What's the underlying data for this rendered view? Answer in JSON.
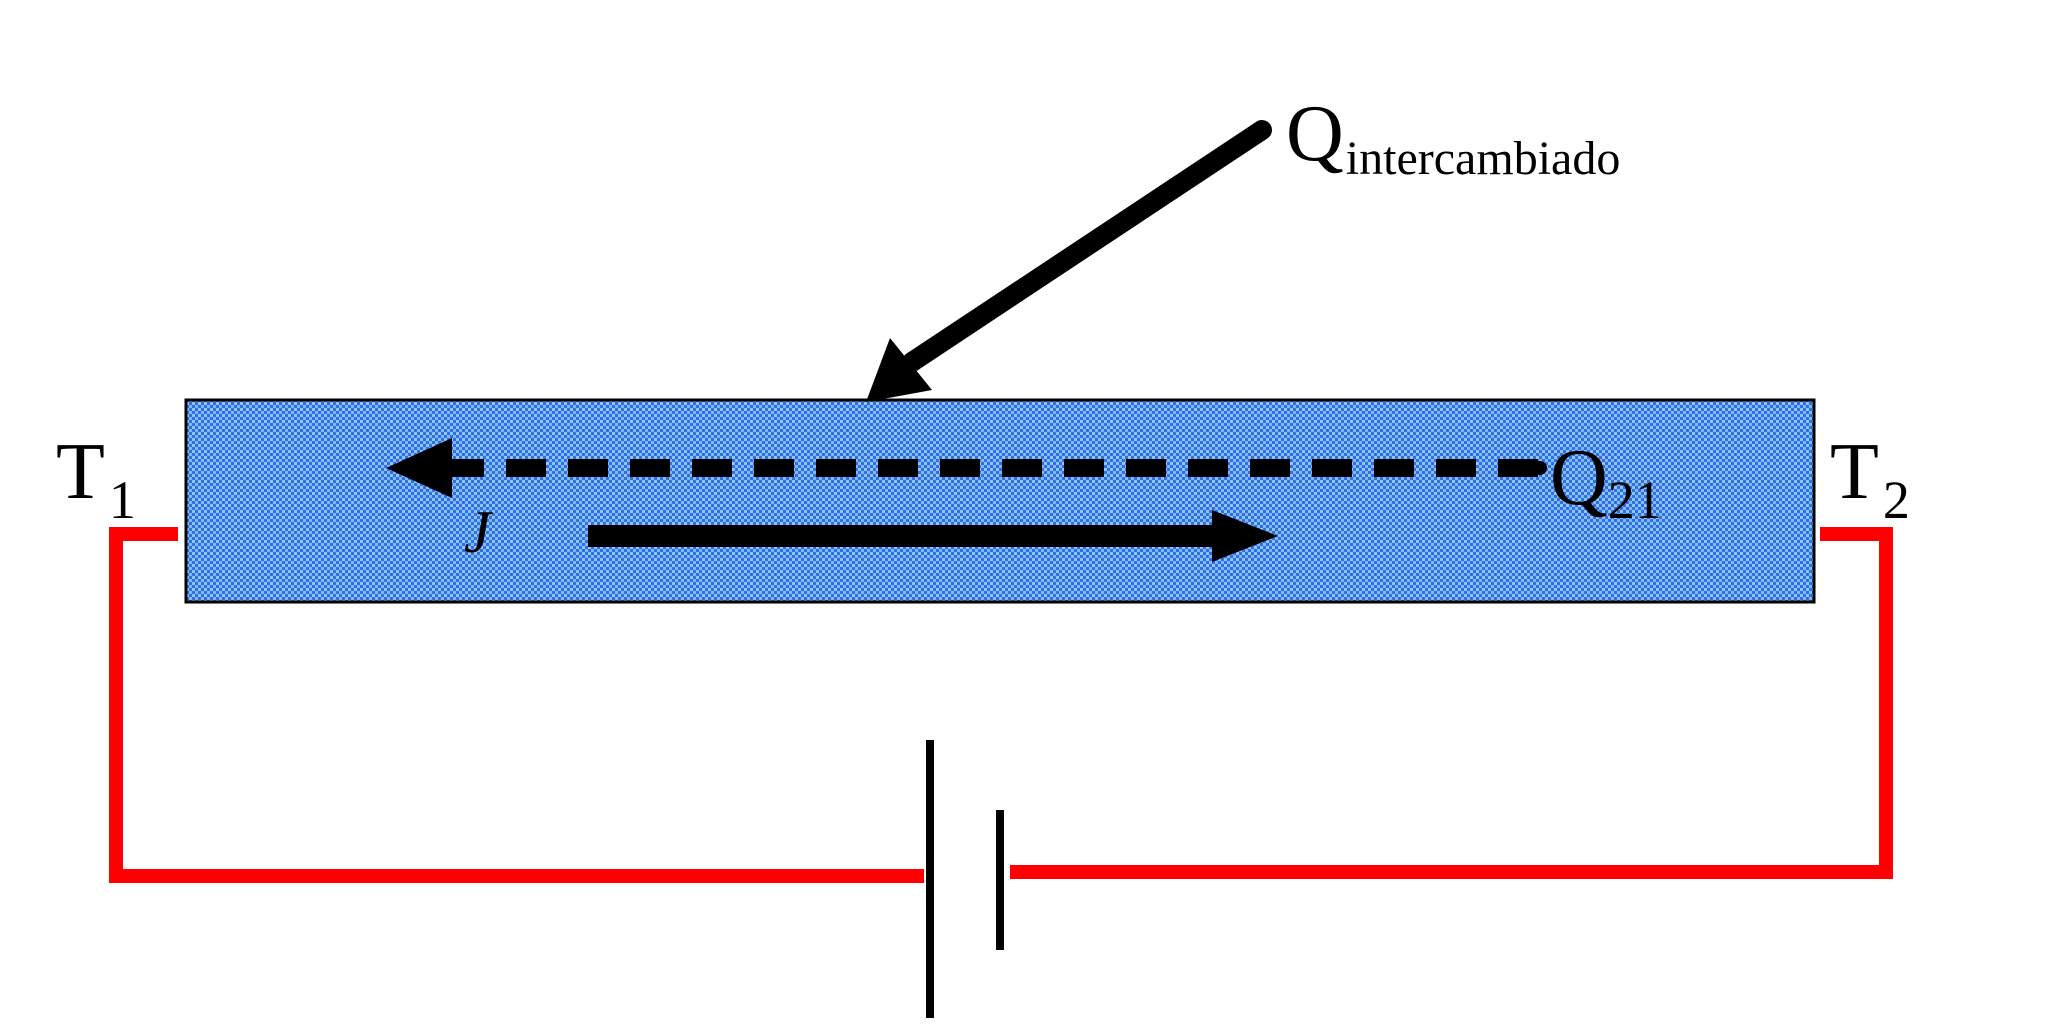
{
  "labels": {
    "t1": {
      "main": "T",
      "sub": "1"
    },
    "t2": {
      "main": "T",
      "sub": "2"
    },
    "q_exchanged": {
      "main": "Q",
      "sub": "intercambiado"
    },
    "q21": {
      "main": "Q",
      "sub": "21"
    },
    "current": "J"
  },
  "colors": {
    "bar_fill": "#2f6fe0",
    "bar_pattern": "#8fc6ff",
    "wire": "#ff0000",
    "ink": "#000000",
    "background": "#ffffff"
  }
}
